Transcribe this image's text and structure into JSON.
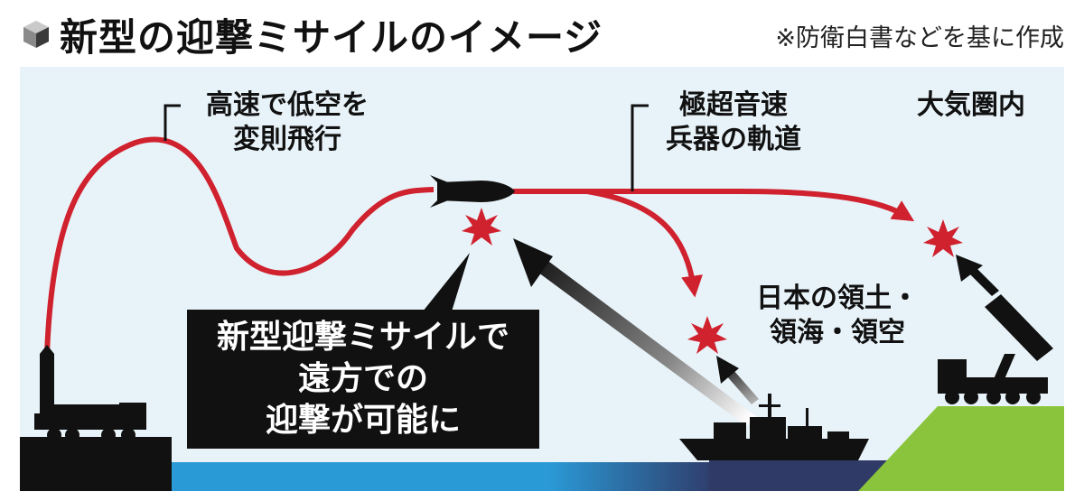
{
  "header": {
    "title": "新型の迎撃ミサイルのイメージ",
    "source": "※防衛白書などを基に作成"
  },
  "labels": {
    "maneuver_line1": "高速で低空を",
    "maneuver_line2": "変則飛行",
    "hypersonic_line1": "極超音速",
    "hypersonic_line2": "兵器の軌道",
    "atmosphere": "大気圏内",
    "territory_line1": "日本の領土・",
    "territory_line2": "領海・領空"
  },
  "callout": {
    "line1": "新型迎撃ミサイルで",
    "line2": "遠方での",
    "line3": "迎撃が可能に"
  },
  "colors": {
    "trajectory": "#d0212e",
    "burst": "#d0212e",
    "sky": "#e8f3f9",
    "sea": "#2a9ad6",
    "land": "#8ac43c",
    "dark": "#111111"
  },
  "icons": [
    "cube-icon",
    "launcher-truck-icon",
    "hypersonic-missile-icon",
    "warship-icon",
    "mobile-launcher-icon",
    "burst-icon"
  ]
}
